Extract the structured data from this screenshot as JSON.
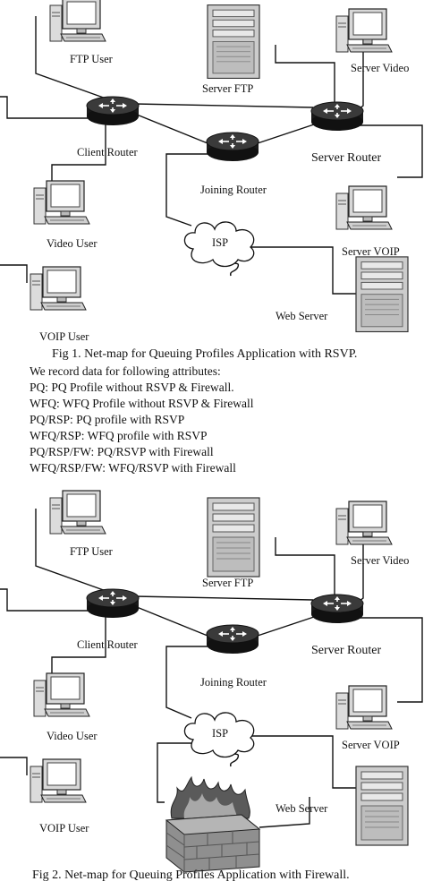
{
  "diagram1": {
    "labels": {
      "ftp_user": "FTP User",
      "server_ftp": "Server FTP",
      "server_video": "Server Video",
      "client_router": "Client Router",
      "server_router": "Server Router",
      "joining_router": "Joining Router",
      "video_user": "Video User",
      "server_voip": "Server VOIP",
      "isp": "ISP",
      "web_server": "Web Server",
      "voip_user": "VOIP User"
    },
    "caption": "Fig 1. Net-map for Queuing Profiles Application with RSVP."
  },
  "attributes": {
    "intro": "We record data for following attributes:",
    "items": [
      "PQ: PQ Profile without RSVP & Firewall.",
      "WFQ: WFQ Profile without RSVP & Firewall",
      "PQ/RSP: PQ profile with RSVP",
      "WFQ/RSP: WFQ profile with RSVP",
      "PQ/RSP/FW: PQ/RSVP with Firewall",
      "WFQ/RSP/FW: WFQ/RSVP with Firewall"
    ]
  },
  "diagram2": {
    "labels": {
      "ftp_user": "FTP User",
      "server_ftp": "Server FTP",
      "server_video": "Server Video",
      "client_router": "Client Router",
      "server_router": "Server Router",
      "joining_router": "Joining Router",
      "video_user": "Video User",
      "server_voip": "Server VOIP",
      "isp": "ISP",
      "web_server": "Web Server",
      "voip_user": "VOIP User"
    },
    "caption": "Fig 2. Net-map for Queuing Profiles Application with Firewall."
  },
  "icons": {
    "router": "router-icon",
    "workstation": "workstation-icon",
    "server": "server-tower-icon",
    "cloud": "isp-cloud-icon",
    "firewall": "firewall-icon"
  }
}
